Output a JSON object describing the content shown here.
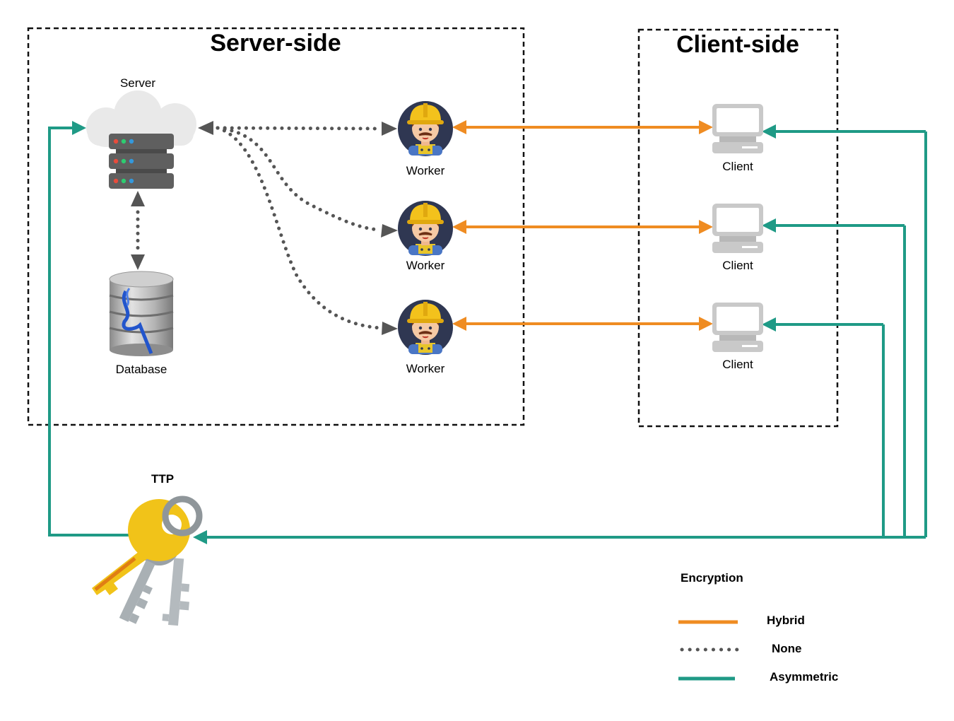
{
  "groups": {
    "server_side": "Server-side",
    "client_side": "Client-side"
  },
  "nodes": {
    "server": "Server",
    "database": "Database",
    "ttp": "TTP",
    "workers": [
      "Worker",
      "Worker",
      "Worker"
    ],
    "clients": [
      "Client",
      "Client",
      "Client"
    ]
  },
  "legend": {
    "title": "Encryption",
    "items": [
      {
        "label": "Hybrid",
        "style": "solid",
        "color": "#ef8c22"
      },
      {
        "label": "None",
        "style": "dotted",
        "color": "#555555"
      },
      {
        "label": "Asymmetric",
        "style": "solid",
        "color": "#1f9a86"
      }
    ]
  },
  "colors": {
    "hybrid": "#ef8c22",
    "none": "#555555",
    "asymmetric": "#1f9a86",
    "dashed_border": "#111111"
  },
  "icons": [
    "cloud-server-icon",
    "database-icon",
    "worker-avatar-icon",
    "client-computer-icon",
    "keys-icon"
  ]
}
